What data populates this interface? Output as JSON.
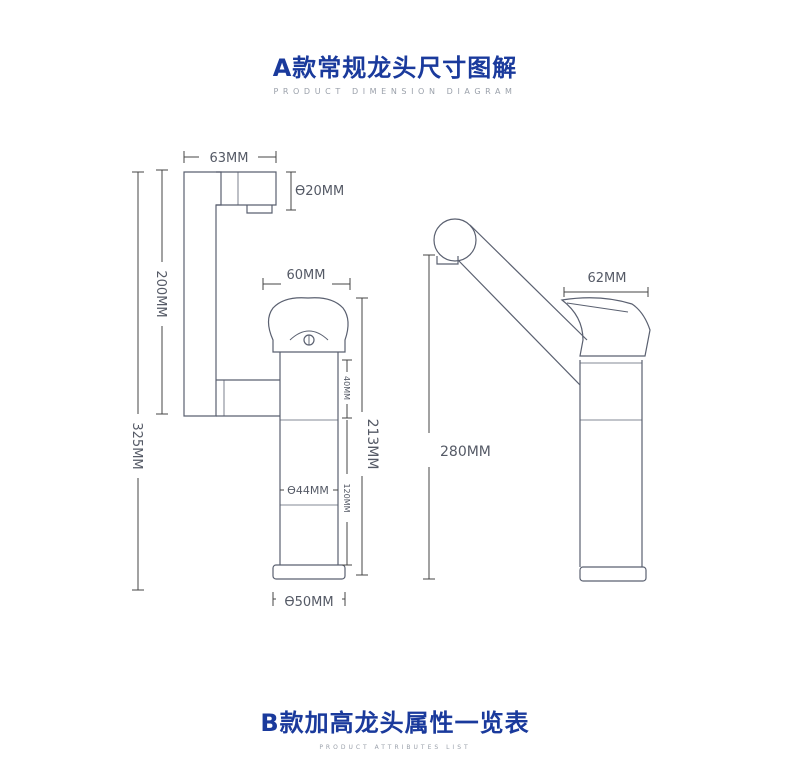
{
  "section_a": {
    "title": "A款常规龙头尺寸图解",
    "subtitle": "PRODUCT DIMENSION DIAGRAM"
  },
  "section_b": {
    "title": "B款加高龙头属性一览表",
    "subtitle": "PRODUCT ATTRIBUTES LIST"
  },
  "dimensions_a": {
    "spout_width": "63MM",
    "outlet_diameter": "ϴ20MM",
    "spout_height": "200MM",
    "total_height": "325MM",
    "handle_width": "60MM",
    "body_height": "213MM",
    "upper_segment": "40MM",
    "lower_segment": "120MM",
    "body_diameter": "ϴ44MM",
    "base_diameter": "ϴ50MM"
  },
  "dimensions_b": {
    "handle_width": "62MM",
    "total_height": "280MM"
  },
  "colors": {
    "title": "#1a3a9c",
    "outline": "#5a6070",
    "dimension_line": "#444444"
  }
}
